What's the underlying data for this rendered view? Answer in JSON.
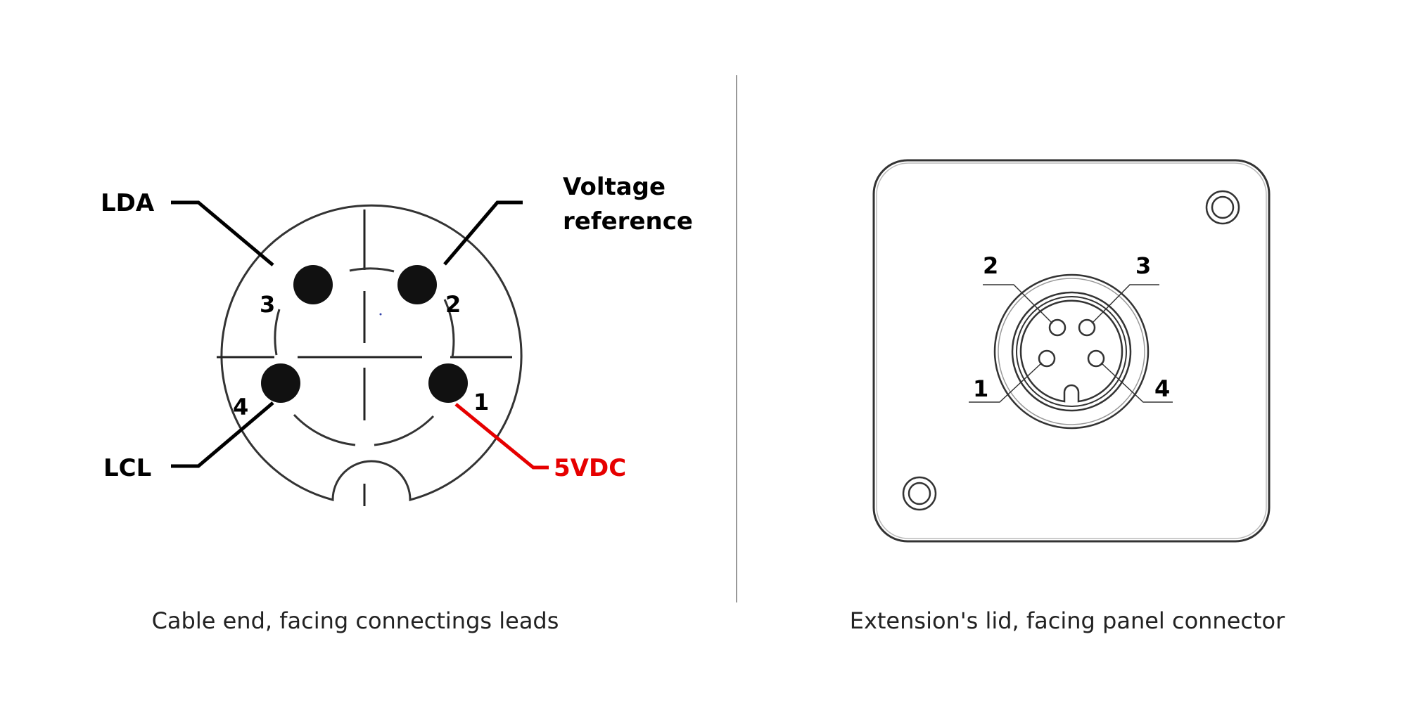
{
  "left": {
    "caption": "Cable end, facing connectings leads",
    "labels": {
      "lda": "LDA",
      "voltage_ref_line1": "Voltage",
      "voltage_ref_line2": "reference",
      "lcl": "LCL",
      "vdc": "5VDC"
    },
    "pins": {
      "p1": "1",
      "p2": "2",
      "p3": "3",
      "p4": "4"
    },
    "colors": {
      "leader": "#000000",
      "highlight": "#e60000"
    }
  },
  "right": {
    "caption": "Extension's lid, facing panel connector",
    "pins": {
      "p1": "1",
      "p2": "2",
      "p3": "3",
      "p4": "4"
    }
  }
}
